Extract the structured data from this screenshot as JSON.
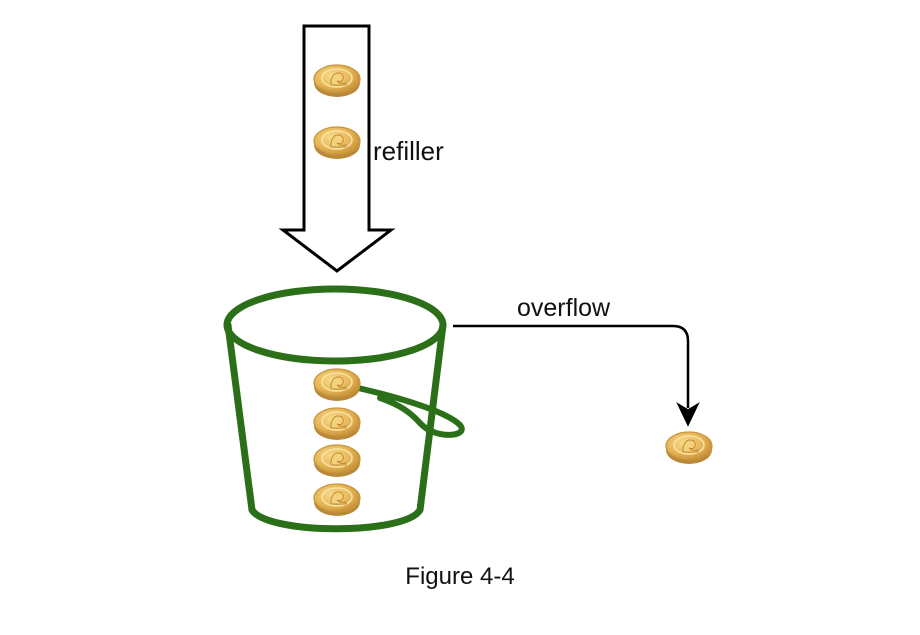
{
  "labels": {
    "refiller": "refiller",
    "overflow": "overflow",
    "caption": "Figure 4-4"
  },
  "colors": {
    "bucket_stroke": "#2b7019",
    "arrow_stroke": "#000000",
    "coin_face": "#e8bc5c",
    "coin_edge": "#b9893a",
    "coin_rim": "#d9a548"
  },
  "diagram": {
    "refiller_arrow_tokens": 2,
    "bucket_tokens": 4,
    "overflow_tokens": 1
  }
}
